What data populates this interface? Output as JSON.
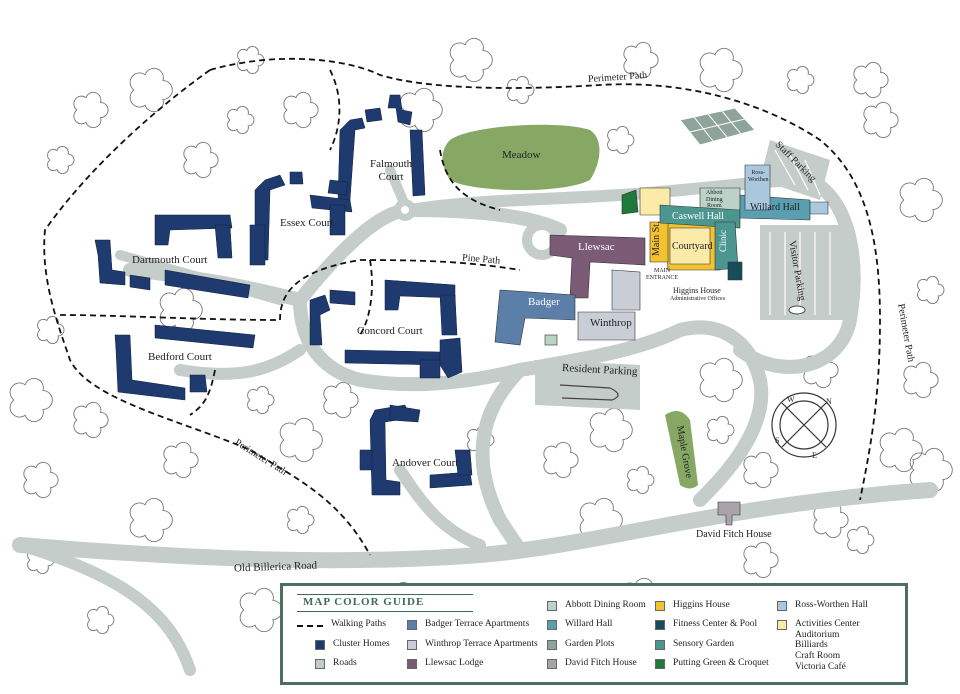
{
  "labels": {
    "perimeter_path_top": "Perimeter Path",
    "perimeter_path_left": "Perimeter Path",
    "perimeter_path_right": "Perimeter Path",
    "meadow": "Meadow",
    "falmouth_court": "Falmouth\nCourt",
    "essex_court": "Essex Court",
    "dartmouth_court": "Dartmouth Court",
    "pine_path": "Pine Path",
    "bedford_court": "Bedford Court",
    "concord_court": "Concord Court",
    "andover_court": "Andover Court",
    "llewsac": "Llewsac",
    "badger": "Badger",
    "winthrop": "Winthrop",
    "main_st": "Main St.",
    "courtyard": "Courtyard",
    "caswell_hall": "Caswell Hall",
    "willard_hall": "Willard Hall",
    "clinic": "Clinic",
    "abbott_dining": "Abbott\nDining\nRoom",
    "ross_worthen": "Ross-\nWorthen",
    "staff_parking": "Staff Parking",
    "visitor_parking": "Visitor Parking",
    "main_entrance": "MAIN\nENTRANCE",
    "higgins_house": "Higgins House",
    "higgins_sub": "Administrative Offices",
    "resident_parking": "Resident Parking",
    "maple_grove": "Maple Grove",
    "david_fitch": "David Fitch House",
    "old_billerica": "Old Billerica Road",
    "compass_n": "N",
    "compass_e": "E",
    "compass_s": "S",
    "compass_w": "W"
  },
  "legend": {
    "title": "MAP COLOR GUIDE",
    "items": [
      {
        "label": "Walking Paths",
        "type": "dash"
      },
      {
        "label": "Cluster Homes",
        "color": "#1e3a6e"
      },
      {
        "label": "Roads",
        "color": "#c4cdc9"
      },
      {
        "label": "Badger Terrace Apartments",
        "color": "#5b7fa8"
      },
      {
        "label": "Winthrop Terrace Apartments",
        "color": "#c9cdd6"
      },
      {
        "label": "Llewsac Lodge",
        "color": "#7a5a74"
      },
      {
        "label": "Abbott Dining Room",
        "color": "#bcd2c6"
      },
      {
        "label": "Willard Hall",
        "color": "#5a9fb0"
      },
      {
        "label": "Garden Plots",
        "color": "#8ea399"
      },
      {
        "label": "David Fitch House",
        "color": "#a8a4aa"
      },
      {
        "label": "Higgins House",
        "color": "#f2c230"
      },
      {
        "label": "Fitness Center & Pool",
        "color": "#174c5a"
      },
      {
        "label": "Sensory Garden",
        "color": "#4c9690"
      },
      {
        "label": "Putting Green & Croquet",
        "color": "#1d7a3a"
      },
      {
        "label": "Ross-Worthen Hall",
        "color": "#a9c7dd"
      },
      {
        "label": "Activities Center",
        "color": "#fbeaa8",
        "sub": [
          "Auditorium",
          "Billiards",
          "Craft Room",
          "Victoria Café"
        ]
      }
    ]
  },
  "colors": {
    "road": "#c4cdc9",
    "cluster": "#1e3a6e",
    "meadow": "#86a864",
    "legend_border": "#4c6f5e"
  }
}
